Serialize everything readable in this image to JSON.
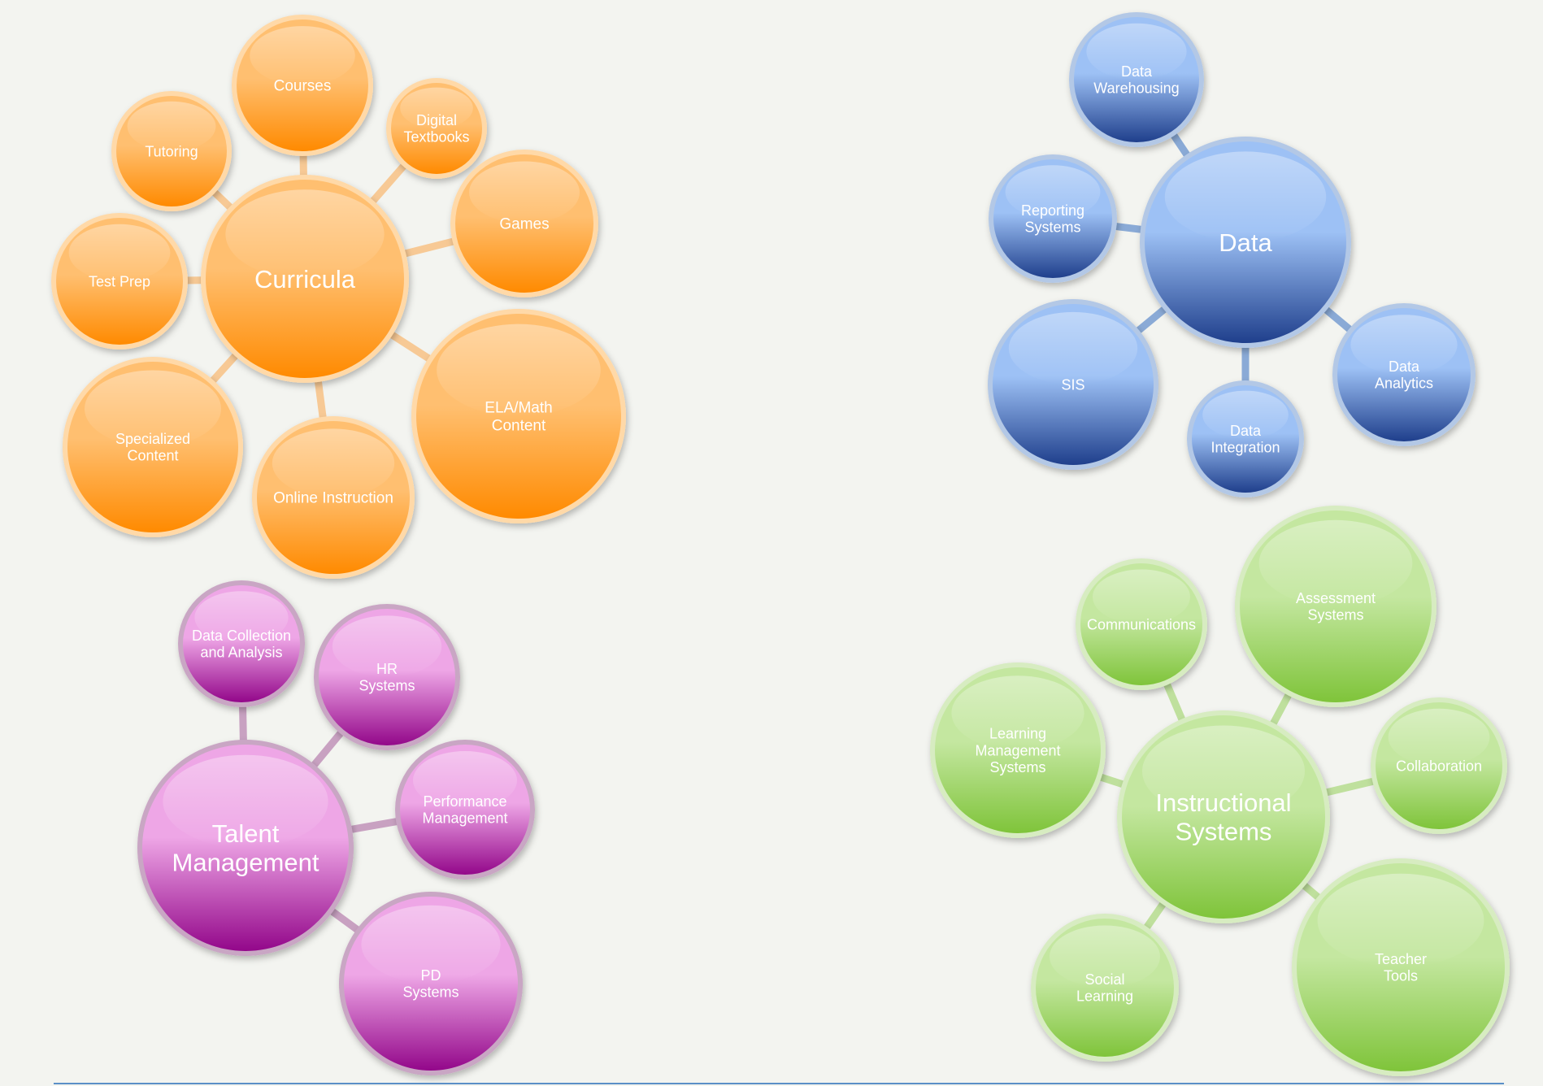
{
  "clusters": [
    {
      "id": "curricula",
      "colors": {
        "light": "#ffbf70",
        "dark": "#ff8a00",
        "ring": "#ffd9a8",
        "link": "#f7c995",
        "text": "#ffffff"
      },
      "hub": {
        "label": [
          "Curricula"
        ]
      },
      "nodes": [
        {
          "label": [
            "Courses"
          ]
        },
        {
          "label": [
            "Digital",
            "Textbooks"
          ]
        },
        {
          "label": [
            "Games"
          ]
        },
        {
          "label": [
            "ELA/Math",
            "Content"
          ]
        },
        {
          "label": [
            "Online Instruction"
          ]
        },
        {
          "label": [
            "Specialized",
            "Content"
          ]
        },
        {
          "label": [
            "Test Prep"
          ]
        },
        {
          "label": [
            "Tutoring"
          ]
        }
      ]
    },
    {
      "id": "data",
      "colors": {
        "light": "#9dc1f5",
        "dark": "#1f3f8c",
        "ring": "#b3c8e6",
        "link": "#8aaad6",
        "text": "#ffffff"
      },
      "hub": {
        "label": [
          "Data"
        ]
      },
      "nodes": [
        {
          "label": [
            "Data",
            "Warehousing"
          ]
        },
        {
          "label": [
            "Reporting",
            "Systems"
          ]
        },
        {
          "label": [
            "SIS"
          ]
        },
        {
          "label": [
            "Data",
            "Integration"
          ]
        },
        {
          "label": [
            "Data",
            "Analytics"
          ]
        }
      ]
    },
    {
      "id": "talent",
      "colors": {
        "light": "#eea6e6",
        "dark": "#93078a",
        "ring": "#c9a6c4",
        "link": "#c8a1c1",
        "text": "#ffffff"
      },
      "hub": {
        "label": [
          "Talent",
          "Management"
        ]
      },
      "nodes": [
        {
          "label": [
            "Data Collection",
            "and Analysis"
          ]
        },
        {
          "label": [
            "HR",
            "Systems"
          ]
        },
        {
          "label": [
            "Performance",
            "Management"
          ]
        },
        {
          "label": [
            "PD",
            "Systems"
          ]
        }
      ]
    },
    {
      "id": "instructional",
      "colors": {
        "light": "#c4e7a0",
        "dark": "#7fc43a",
        "ring": "#d7ecc1",
        "link": "#bfe09d",
        "text": "#ffffff"
      },
      "hub": {
        "label": [
          "Instructional",
          "Systems"
        ]
      },
      "nodes": [
        {
          "label": [
            "Communications"
          ]
        },
        {
          "label": [
            "Assessment",
            "Systems"
          ]
        },
        {
          "label": [
            "Collaboration"
          ]
        },
        {
          "label": [
            "Teacher",
            "Tools"
          ]
        },
        {
          "label": [
            "Social",
            "Learning"
          ]
        },
        {
          "label": [
            "Learning",
            "Management",
            "Systems"
          ]
        }
      ]
    }
  ]
}
